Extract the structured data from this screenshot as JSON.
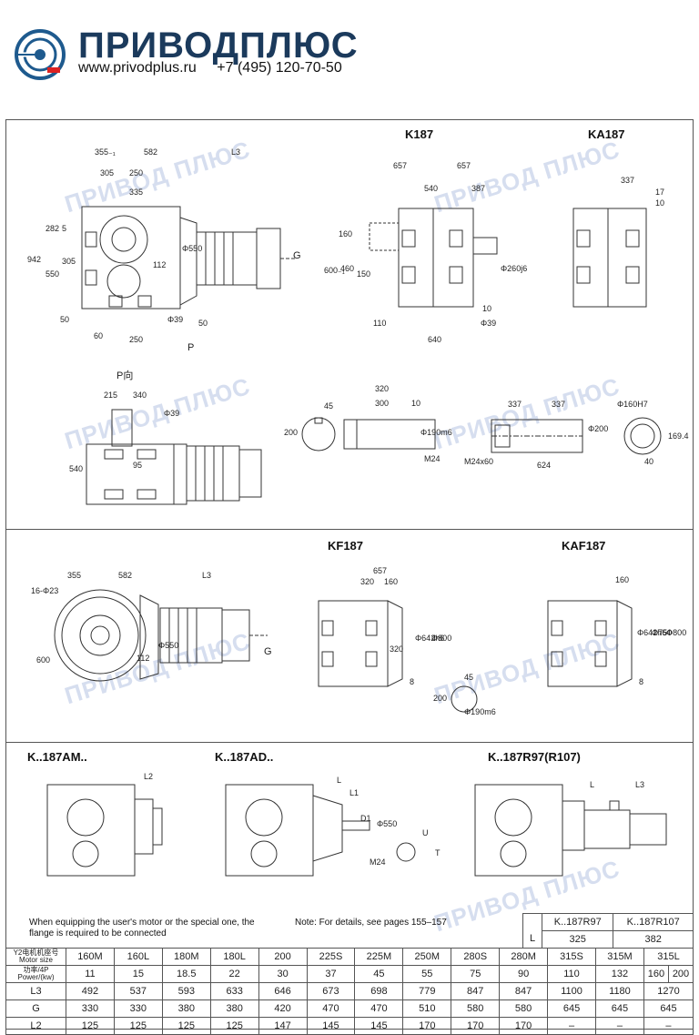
{
  "header": {
    "brand": "ПРИВОДПЛЮС",
    "website": "www.privodplus.ru",
    "phone": "+7 (495) 120-70-50"
  },
  "watermark": "ПРИВОД ПЛЮС",
  "section1": {
    "titles": {
      "k187": "K187",
      "ka187": "KA187",
      "p_view": "P向",
      "p_arrow": "P"
    },
    "dims_main": [
      "355₋₁",
      "582",
      "305",
      "250",
      "335",
      "L3",
      "942",
      "282",
      "5",
      "550",
      "305",
      "Φ550",
      "112",
      "G",
      "50",
      "Φ39",
      "50",
      "60",
      "250"
    ],
    "dims_k187": [
      "657",
      "657",
      "540",
      "387",
      "160",
      "600₋₁",
      "460",
      "150",
      "Φ260j6",
      "10",
      "110",
      "Φ39",
      "640"
    ],
    "dims_ka187": [
      "337",
      "17",
      "10"
    ],
    "dims_pview": [
      "215",
      "340",
      "Φ39",
      "540",
      "95"
    ],
    "dims_shaft": [
      "45",
      "320",
      "300",
      "10",
      "200",
      "Φ190m6",
      "M24"
    ],
    "dims_hollow": [
      "337",
      "337",
      "Φ160H7",
      "Φ200",
      "169.4",
      "M24x60",
      "624",
      "40"
    ]
  },
  "section2": {
    "titles": {
      "kf187": "KF187",
      "kaf187": "KAF187"
    },
    "dims_kf_main": [
      "355",
      "582",
      "L3",
      "16-Φ23",
      "600",
      "Φ550",
      "112",
      "G"
    ],
    "dims_kf187": [
      "657",
      "320",
      "160",
      "Φ642h6",
      "Φ800",
      "320",
      "8",
      "45",
      "200",
      "Φ190m6"
    ],
    "dims_kaf187": [
      "160",
      "Φ642h6",
      "Φ750",
      "Φ800",
      "8"
    ]
  },
  "section3": {
    "titles": {
      "am": "K..187AM..",
      "ad": "K..187AD..",
      "r97": "K..187R97(R107)"
    },
    "dims": [
      "L2",
      "L",
      "L1",
      "D1",
      "Φ550",
      "M24",
      "U",
      "T",
      "L",
      "L3"
    ],
    "note_left": "When equipping the user's motor or the special one, the flange is required to be connected",
    "note_right": "Note: For details, see pages 155–157"
  },
  "right_table": {
    "headers": [
      "K..187R97",
      "K..187R107"
    ],
    "row_label": "L",
    "values": [
      "325",
      "382"
    ]
  },
  "spec_table": {
    "header_label_cn": "Y2电机机座号",
    "header_label_en": "Motor size",
    "motor_sizes": [
      "160M",
      "160L",
      "180M",
      "180L",
      "200",
      "225S",
      "225M",
      "250M",
      "280S",
      "280M",
      "315S",
      "315M",
      "315L"
    ],
    "power_label_cn": "功率/4P",
    "power_label_en": "Power/(kw)",
    "power": [
      "11",
      "15",
      "18.5",
      "22",
      "30",
      "37",
      "45",
      "55",
      "75",
      "90",
      "110",
      "132",
      "160",
      "200"
    ],
    "rows": [
      {
        "label": "L3",
        "values": [
          "492",
          "537",
          "593",
          "633",
          "646",
          "673",
          "698",
          "779",
          "847",
          "847",
          "1100",
          "1180",
          "1270"
        ]
      },
      {
        "label": "G",
        "values": [
          "330",
          "330",
          "380",
          "380",
          "420",
          "470",
          "470",
          "510",
          "580",
          "580",
          "645",
          "645",
          "645"
        ]
      },
      {
        "label": "L2",
        "values": [
          "125",
          "125",
          "125",
          "125",
          "147",
          "145",
          "145",
          "170",
          "170",
          "170",
          "–",
          "–",
          "–"
        ]
      }
    ]
  }
}
